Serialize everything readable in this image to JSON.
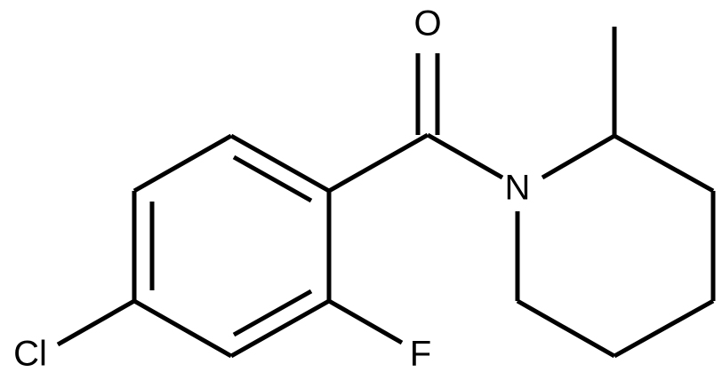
{
  "molecule": {
    "atoms": {
      "oxygen": "O",
      "nitrogen": "N",
      "fluorine": "F",
      "chlorine": "Cl"
    }
  }
}
